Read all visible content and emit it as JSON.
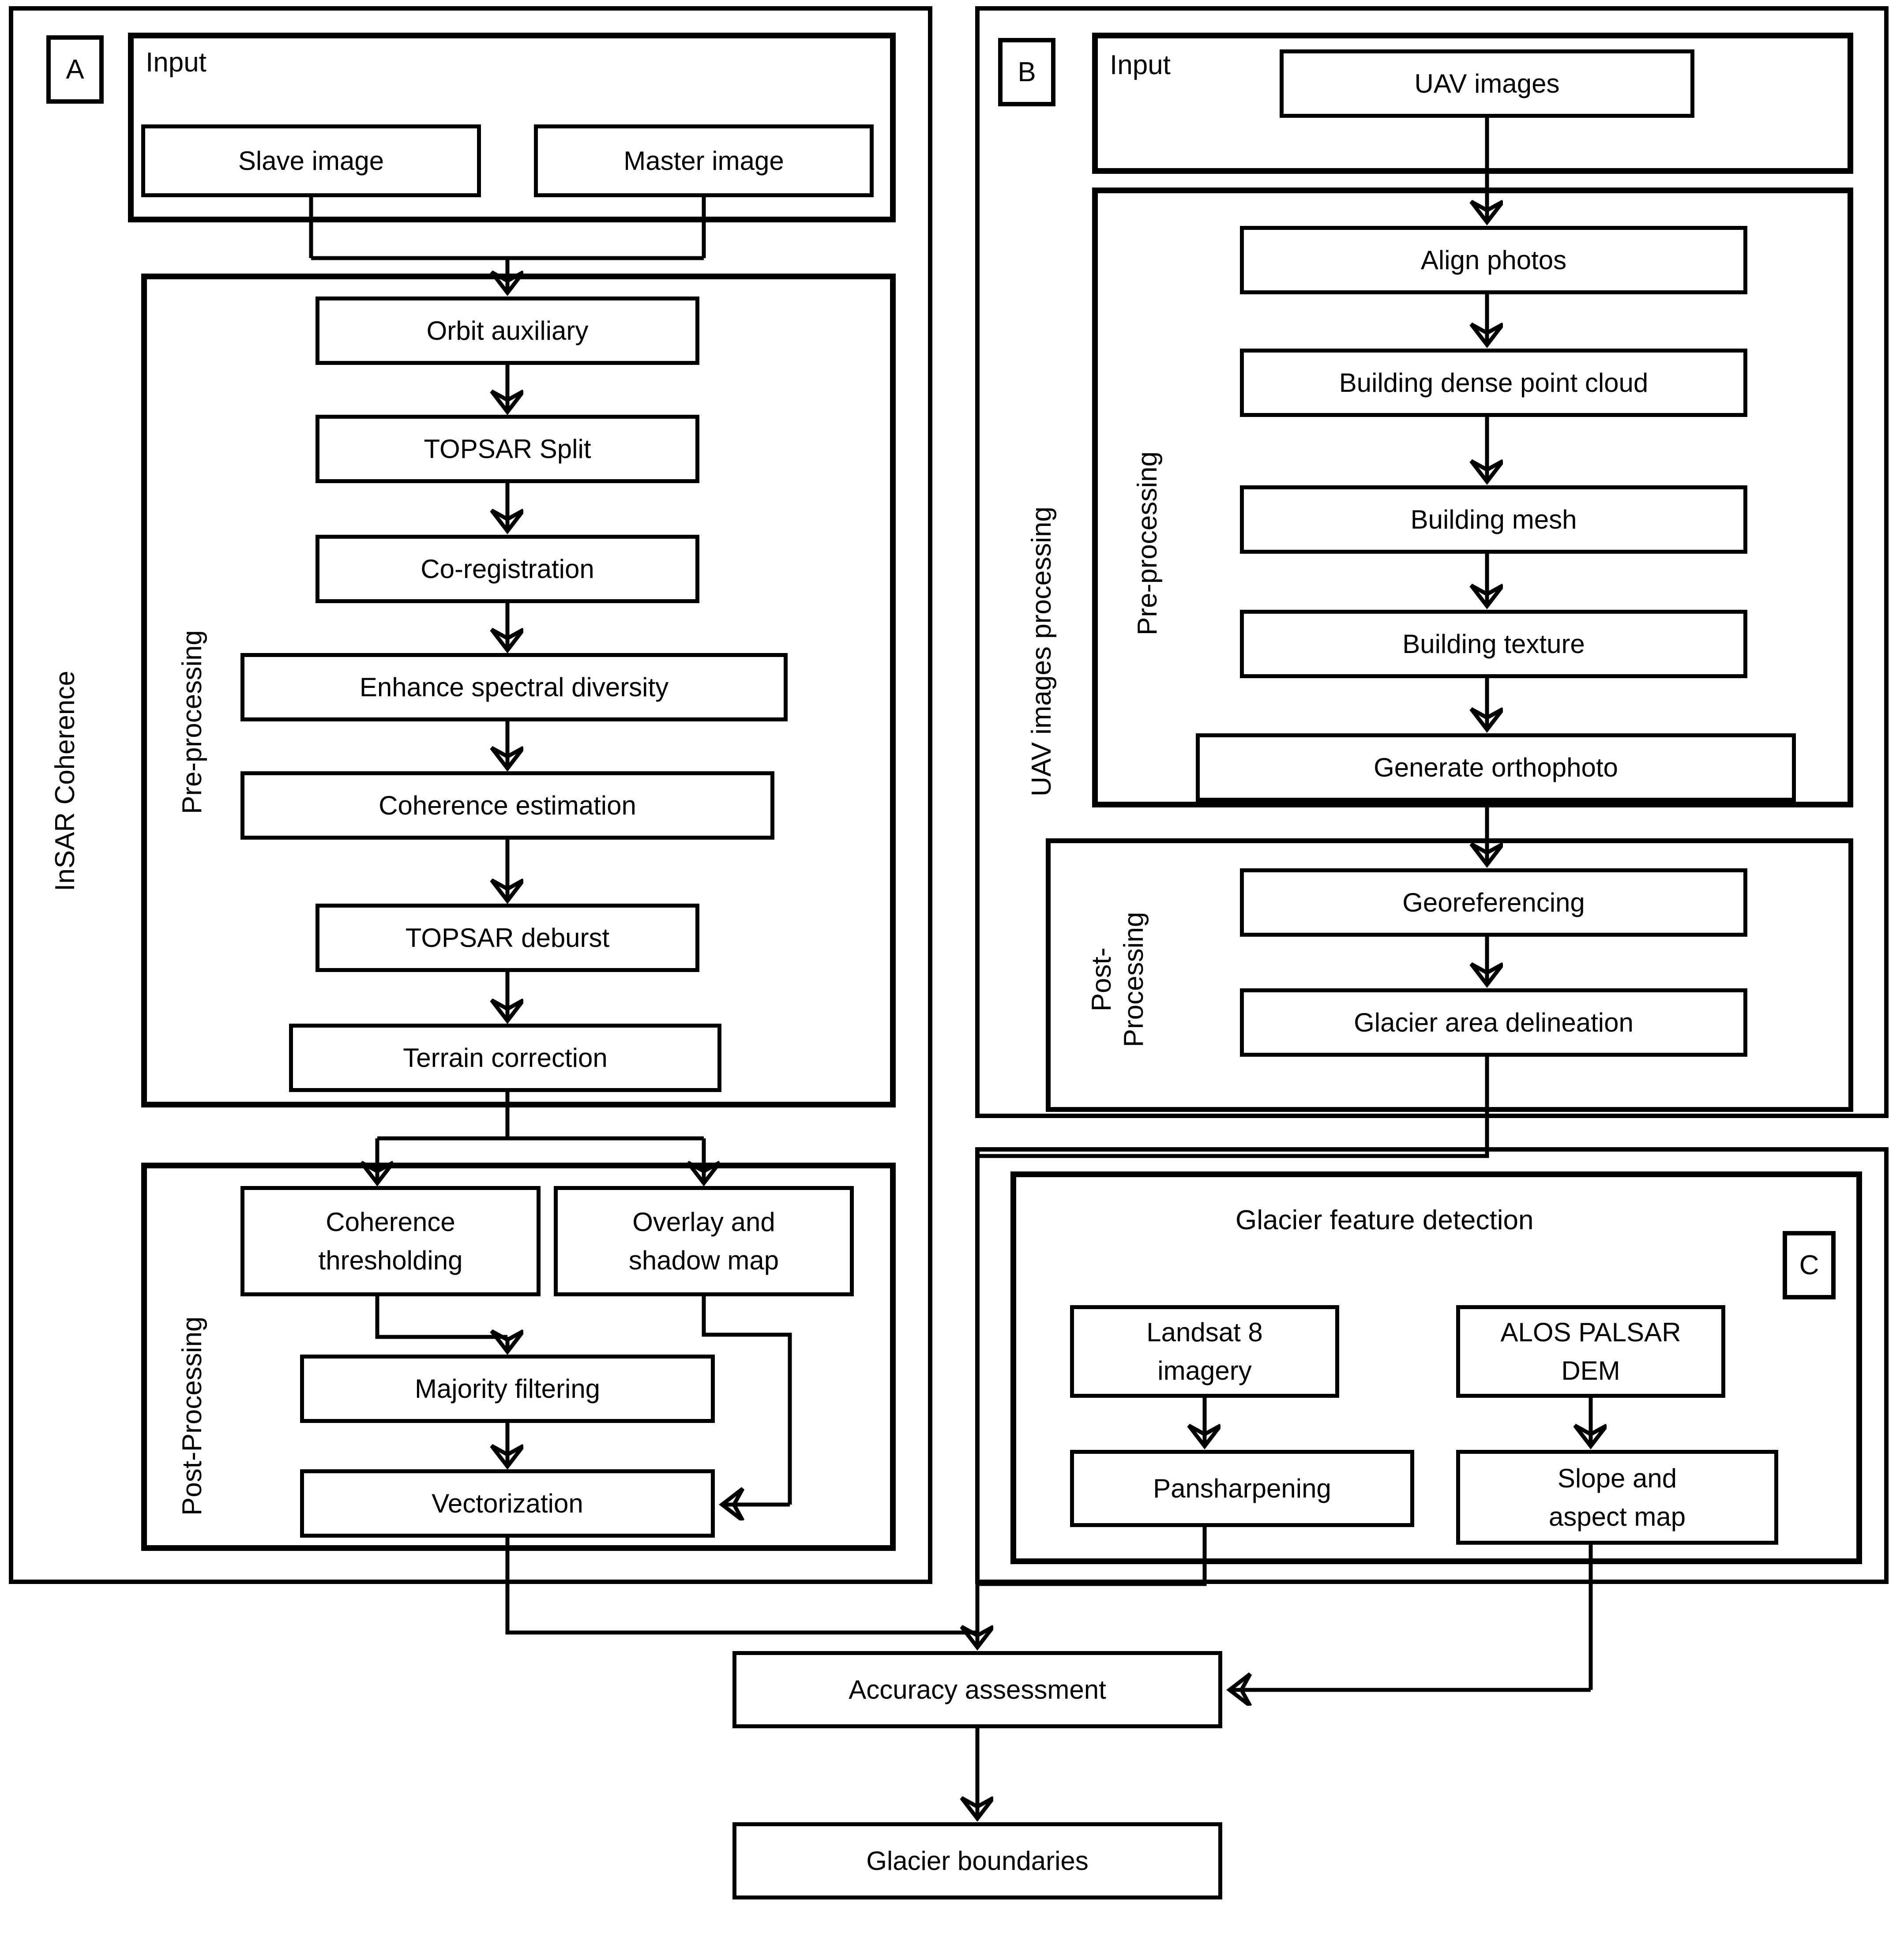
{
  "diagram": {
    "title_absent": true,
    "panels": [
      {
        "tag": "A",
        "label": "InSAR Coherence",
        "input_label": "Input",
        "groups": [
          {
            "label": "Pre-processing"
          },
          {
            "label": "Post-Processing"
          }
        ]
      },
      {
        "tag": "B",
        "label": "UAV images processing",
        "input_label": "Input",
        "groups": [
          {
            "label": "Pre-processing"
          },
          {
            "label_line1": "Post-",
            "label_line2": "Processing"
          }
        ]
      },
      {
        "tag": "C",
        "label": "Glacier feature detection"
      }
    ]
  },
  "panelA": {
    "tag": "A",
    "side_label": "InSAR Coherence",
    "input_label": "Input",
    "pre_label": "Pre-processing",
    "post_label": "Post-Processing",
    "inputs": [
      {
        "label": "Slave image"
      },
      {
        "label": "Master image"
      }
    ],
    "pre_steps": [
      {
        "label": "Orbit auxiliary"
      },
      {
        "label": "TOPSAR Split"
      },
      {
        "label": "Co-registration"
      },
      {
        "label": "Enhance spectral diversity"
      },
      {
        "label": "Coherence estimation"
      },
      {
        "label": "TOPSAR deburst"
      },
      {
        "label": "Terrain correction"
      }
    ],
    "post_steps": [
      {
        "line1": "Coherence",
        "line2": "thresholding"
      },
      {
        "line1": "Overlay and",
        "line2": "shadow map"
      },
      {
        "label": "Majority filtering"
      },
      {
        "label": "Vectorization"
      }
    ]
  },
  "panelB": {
    "tag": "B",
    "side_label": "UAV images processing",
    "input_label": "Input",
    "pre_label": "Pre-processing",
    "post_label_line1": "Post-",
    "post_label_line2": "Processing",
    "inputs": [
      {
        "label": "UAV images"
      }
    ],
    "pre_steps": [
      {
        "label": "Align photos"
      },
      {
        "label": "Building dense point cloud"
      },
      {
        "label": "Building mesh"
      },
      {
        "label": "Building texture"
      },
      {
        "label": "Generate orthophoto"
      }
    ],
    "post_steps": [
      {
        "label": "Georeferencing"
      },
      {
        "label": "Glacier area delineation"
      }
    ]
  },
  "panelC": {
    "tag": "C",
    "title": "Glacier feature detection",
    "sources": [
      {
        "line1": "Landsat 8",
        "line2": "imagery"
      },
      {
        "line1": "ALOS PALSAR",
        "line2": "DEM"
      }
    ],
    "derived": [
      {
        "label": "Pansharpening"
      },
      {
        "line1": "Slope and",
        "line2": "aspect map"
      }
    ]
  },
  "outputs": [
    {
      "label": "Accuracy assessment"
    },
    {
      "label": "Glacier boundaries"
    }
  ],
  "colors": {
    "stroke": "#000000",
    "background": "#ffffff"
  }
}
